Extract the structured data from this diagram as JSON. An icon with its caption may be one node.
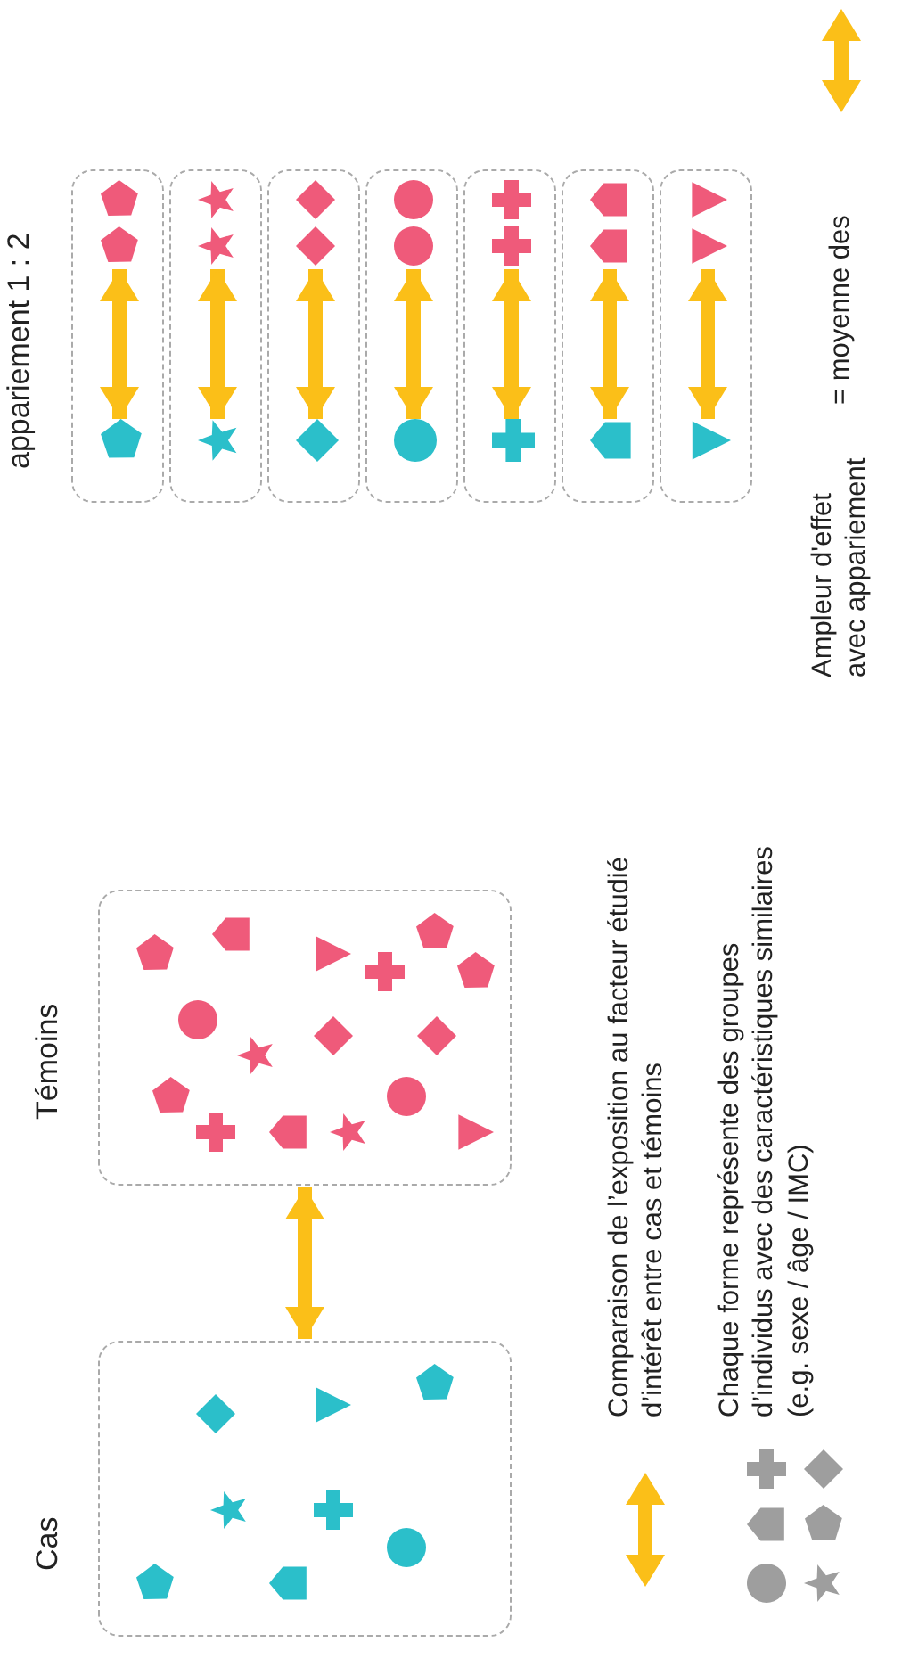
{
  "diagram": {
    "nodes": [
      {
        "text": [
          "Cas"
        ]
      },
      {
        "text": [
          "Témoins"
        ]
      },
      {
        "text": [],
        "shape": "box"
      },
      {
        "text": [],
        "shape": "pentagon",
        "in": 2
      },
      {
        "text": [],
        "shape": "pentagon",
        "in": 2
      },
      {
        "text": [],
        "shape": "pentagon",
        "in": 2
      },
      {
        "text": [],
        "shape": "box"
      },
      {
        "text": [],
        "shape": "star",
        "in": 6
      },
      {
        "text": [],
        "shape": "star",
        "in": 6
      },
      {
        "text": [],
        "shape": "star",
        "in": 6
      },
      {
        "text": [],
        "shape": "box"
      },
      {
        "text": [],
        "shape": "diamond",
        "in": 10
      },
      {
        "text": [],
        "shape": "diamond",
        "in": 10
      },
      {
        "text": [],
        "shape": "diamond",
        "in": 10
      },
      {
        "text": [],
        "shape": "box"
      },
      {
        "text": [],
        "shape": "circle",
        "in": 14
      },
      {
        "text": [],
        "shape": "circle",
        "in": 14
      },
      {
        "text": [],
        "shape": "circle",
        "in": 14
      },
      {
        "text": [],
        "shape": "box"
      },
      {
        "text": [],
        "shape": "cross",
        "in": 18
      },
      {
        "text": [],
        "shape": "cross",
        "in": 18
      },
      {
        "text": [],
        "shape": "cross",
        "in": 18
      },
      {
        "text": [],
        "shape": "box"
      },
      {
        "text": [],
        "shape": "tag",
        "in": 22
      },
      {
        "text": [],
        "shape": "tag",
        "in": 22
      },
      {
        "text": [],
        "shape": "tag",
        "in": 22
      },
      {
        "text": [],
        "shape": "box"
      },
      {
        "text": [],
        "shape": "triangle",
        "in": 26
      },
      {
        "text": [],
        "shape": "triangle",
        "in": 26
      },
      {
        "text": [],
        "shape": "triangle",
        "in": 26
      }
    ],
    "edges": [
      {
        "from": 0,
        "to": 1,
        "arrow": "both"
      },
      {
        "from": 5,
        "to": 3,
        "arrow": "both"
      },
      {
        "from": 5,
        "to": 4,
        "arrow": "both"
      },
      {
        "from": 9,
        "to": 7,
        "arrow": "both"
      },
      {
        "from": 9,
        "to": 8,
        "arrow": "both"
      },
      {
        "from": 13,
        "to": 11,
        "arrow": "both"
      },
      {
        "from": 13,
        "to": 12,
        "arrow": "both"
      },
      {
        "from": 17,
        "to": 15,
        "arrow": "both"
      },
      {
        "from": 17,
        "to": 16,
        "arrow": "both"
      },
      {
        "from": 21,
        "to": 19,
        "arrow": "both"
      },
      {
        "from": 21,
        "to": 20,
        "arrow": "both"
      },
      {
        "from": 25,
        "to": 23,
        "arrow": "both"
      },
      {
        "from": 25,
        "to": 24,
        "arrow": "both"
      },
      {
        "from": 29,
        "to": 27,
        "arrow": "both"
      },
      {
        "from": 29,
        "to": 28,
        "arrow": "both"
      }
    ],
    "labels": [
      "appariement 1 : 2",
      "Ampleur d'effet avec appariement",
      "= moyenne des"
    ],
    "legend": [
      {
        "text": "Comparaison de l’exposition au facteur étudié d’intérêt entre cas et témoins"
      },
      {
        "text": "Chaque forme représente des groupes d’individus avec des caractéristiques similaires (e.g. sexe / âge / IMC)"
      }
    ]
  }
}
